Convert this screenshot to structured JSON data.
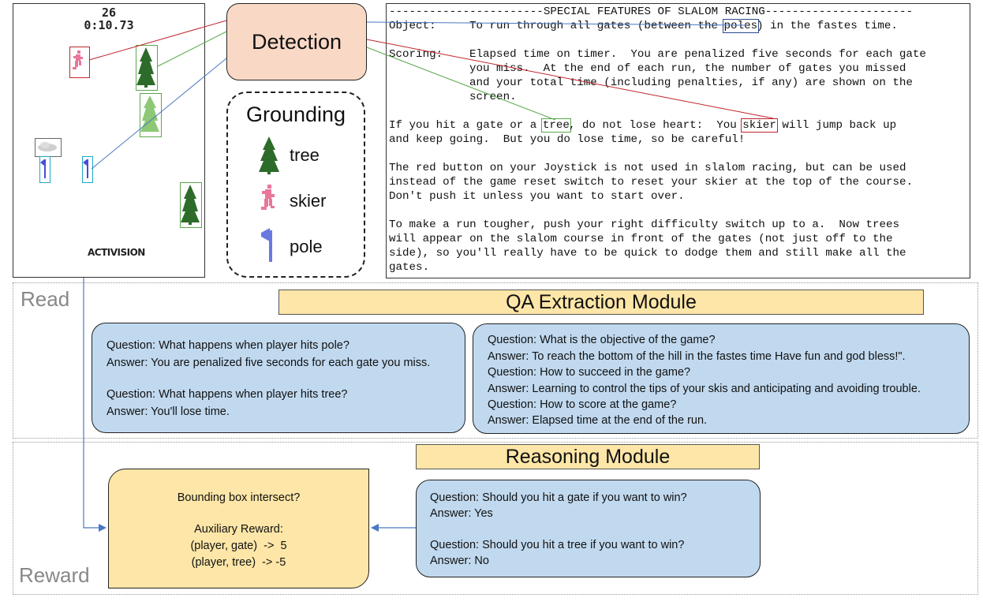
{
  "game": {
    "score": "26",
    "timer": "0:10.73",
    "logo": "ACTIVISION"
  },
  "detection": {
    "label": "Detection"
  },
  "grounding": {
    "title": "Grounding",
    "items": [
      {
        "label": "tree",
        "icon": "tree-icon"
      },
      {
        "label": "skier",
        "icon": "skier-icon"
      },
      {
        "label": "pole",
        "icon": "pole-icon"
      }
    ]
  },
  "manual": {
    "header": "-----------------------SPECIAL FEATURES OF SLALOM RACING----------------------",
    "object_label": "Object:",
    "object_pre": "To run through all gates (between the ",
    "object_hl": "poles",
    "object_post": ") in the fastes time.",
    "scoring_label": "Scoring:",
    "scoring_lines": [
      "Elapsed time on timer.  You are penalized five seconds for each gate",
      "you miss.  At the end of each run, the number of gates you missed",
      "and your total time (including penalties, if any) are shown on the",
      "screen."
    ],
    "tree_pre": "If you hit a gate or a ",
    "tree_hl": "tree",
    "tree_mid": ", do not lose heart:  You ",
    "skier_hl": "skier",
    "tree_post": " will jump back up",
    "tree_line2": "and keep going.  But you do lose time, so be careful!",
    "para3": [
      "The red button on your Joystick is not used in slalom racing, but can be used",
      "instead of the game reset switch to reset your skier at the top of the course.",
      "Don't push it unless you want to start over."
    ],
    "para4": [
      "To make a run tougher, push your right difficulty switch up to a.  Now trees",
      "will appear on the slalom course in front of the gates (not just off to the",
      "side), so you'll really have to be quick to dodge them and still make all the",
      "gates."
    ]
  },
  "read": {
    "label": "Read",
    "module_title": "QA Extraction Module",
    "left_qa": [
      "Question: What happens when player hits pole?",
      "Answer: You are penalized five seconds for each gate you miss.",
      "Question: What happens when player hits tree?",
      "Answer: You'll lose time."
    ],
    "right_qa": [
      "Question: What is the objective of the game?",
      "Answer: To reach the bottom of the hill in the fastes time Have fun and god bless!\".",
      "Question: How to succeed in the game?",
      "Answer: Learning to control the tips of your skis and anticipating and avoiding trouble.",
      "Question: How to score at the game?",
      "Answer: Elapsed time at the end of the run."
    ]
  },
  "reward": {
    "label": "Reward",
    "module_title": "Reasoning Module",
    "box_title": "Bounding box intersect?",
    "aux_label": "Auxiliary Reward:",
    "aux_lines": [
      "(player, gate)  ->  5",
      "(player, tree)  -> -5"
    ],
    "reasoning_qa": [
      "Question: Should you hit a gate if you want to win?",
      "Answer: Yes",
      "Question: Should you hit a tree if you want to win?",
      "Answer: No"
    ]
  },
  "colors": {
    "skier_box": "#c0262d",
    "tree_box": "#5aa84a",
    "pole_box": "#1ea7c9",
    "cloud_box": "#666666",
    "detect_fill": "#f9d9c6",
    "qa_fill": "#c1d9ef",
    "module_fill": "#fde6a7",
    "arrow": "#4a78c2"
  }
}
